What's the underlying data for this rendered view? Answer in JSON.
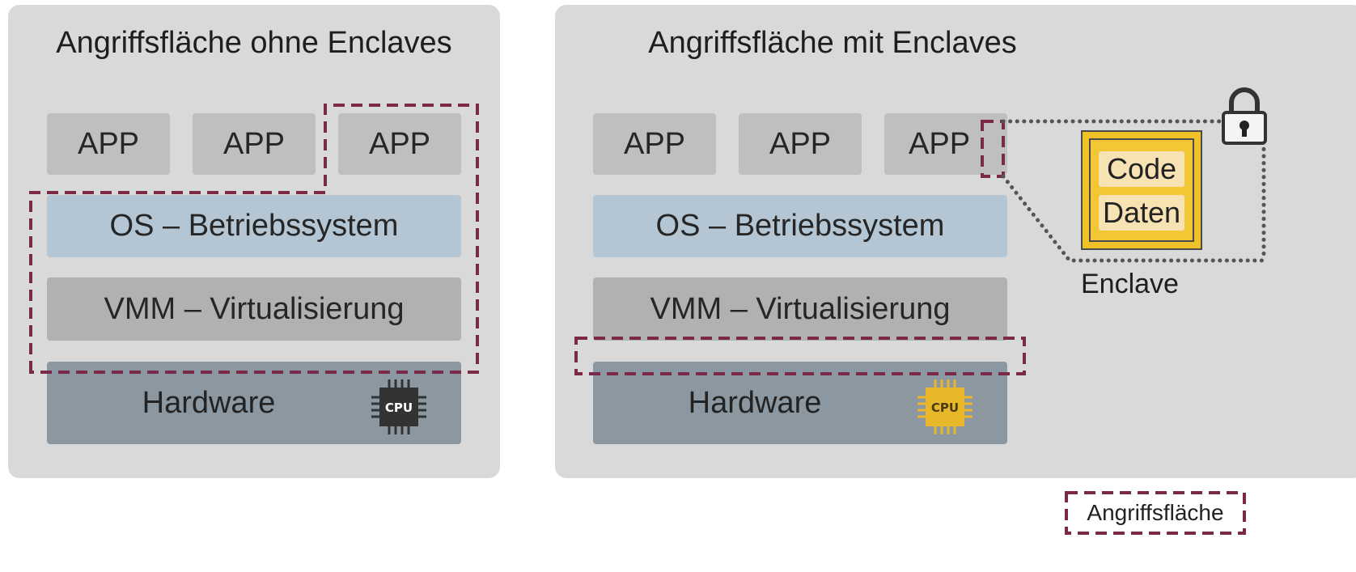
{
  "left_panel": {
    "title": "Angriffsfläche ohne Enclaves",
    "apps": [
      "APP",
      "APP",
      "APP"
    ],
    "os_label": "OS – Betriebssystem",
    "vmm_label": "VMM – Virtualisierung",
    "hardware_label": "Hardware",
    "cpu_label": "CPU"
  },
  "right_panel": {
    "title": "Angriffsfläche mit Enclaves",
    "apps": [
      "APP",
      "APP",
      "APP"
    ],
    "os_label": "OS – Betriebssystem",
    "vmm_label": "VMM – Virtualisierung",
    "hardware_label": "Hardware",
    "cpu_label": "CPU"
  },
  "enclave": {
    "items": [
      "Code",
      "Daten"
    ],
    "label": "Enclave"
  },
  "legend": {
    "label": "Angriffsfläche"
  },
  "colors": {
    "attack_surface": "#7a2a48",
    "cpu_left": "#333333",
    "cpu_right": "#e8b82a"
  }
}
